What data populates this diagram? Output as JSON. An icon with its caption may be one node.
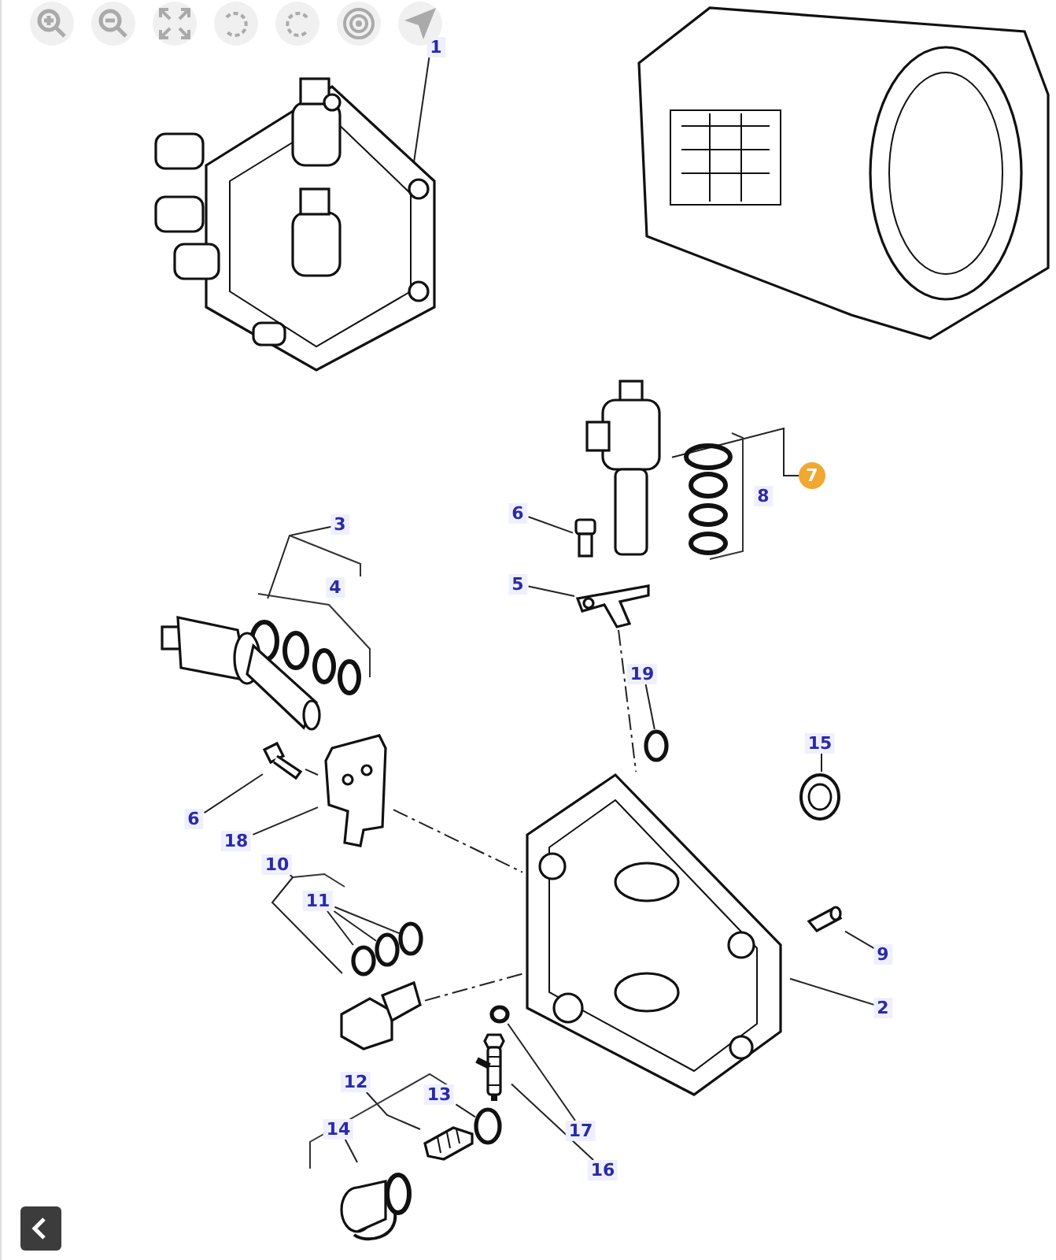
{
  "diagram": {
    "nodes": [
      {
        "text": [
          "1"
        ]
      },
      {
        "text": [],
        "shape": "picture"
      },
      {
        "text": [
          "7"
        ]
      },
      {
        "text": [],
        "shape": "picture"
      },
      {
        "text": [
          "6"
        ]
      },
      {
        "text": [],
        "shape": "picture"
      },
      {
        "text": [
          "5"
        ]
      },
      {
        "text": [],
        "shape": "picture"
      },
      {
        "text": [
          "3"
        ]
      },
      {
        "text": [],
        "shape": "picture"
      },
      {
        "text": [
          "19"
        ]
      },
      {
        "text": [],
        "shape": "circle"
      },
      {
        "text": [
          "15"
        ]
      },
      {
        "text": [],
        "shape": "picture"
      },
      {
        "text": [
          "6"
        ]
      },
      {
        "text": [],
        "shape": "picture"
      },
      {
        "text": [
          "18"
        ]
      },
      {
        "text": [],
        "shape": "picture"
      },
      {
        "text": [
          "10"
        ]
      },
      {
        "text": [],
        "shape": "picture"
      },
      {
        "text": [
          "11"
        ]
      },
      {
        "text": [],
        "shape": "circle"
      },
      {
        "text": [],
        "shape": "circle"
      },
      {
        "text": [],
        "shape": "circle"
      },
      {
        "text": [
          "9"
        ]
      },
      {
        "text": [],
        "shape": "picture"
      },
      {
        "text": [
          "2"
        ]
      },
      {
        "text": [],
        "shape": "picture"
      },
      {
        "text": [
          "12"
        ]
      },
      {
        "text": [],
        "shape": "picture"
      },
      {
        "text": [
          "13"
        ]
      },
      {
        "text": [],
        "shape": "circle"
      },
      {
        "text": [
          "17"
        ]
      },
      {
        "text": [],
        "shape": "circle"
      },
      {
        "text": [
          "14"
        ]
      },
      {
        "text": [],
        "shape": "picture"
      },
      {
        "text": [
          "16"
        ]
      },
      {
        "text": [],
        "shape": "picture"
      },
      {
        "text": [
          "8"
        ]
      },
      {
        "text": [
          "4"
        ]
      }
    ],
    "edges": [
      {
        "from": 0,
        "to": 1,
        "arrow": "none"
      },
      {
        "from": 2,
        "to": 3,
        "arrow": "none"
      },
      {
        "from": 4,
        "to": 5,
        "arrow": "none"
      },
      {
        "from": 6,
        "to": 7,
        "arrow": "none"
      },
      {
        "from": 8,
        "to": 9,
        "arrow": "none"
      },
      {
        "from": 10,
        "to": 11,
        "arrow": "none"
      },
      {
        "from": 12,
        "to": 13,
        "arrow": "none"
      },
      {
        "from": 14,
        "to": 15,
        "arrow": "none"
      },
      {
        "from": 16,
        "to": 17,
        "arrow": "none"
      },
      {
        "from": 18,
        "to": 19,
        "arrow": "none"
      },
      {
        "from": 20,
        "to": 21,
        "arrow": "none"
      },
      {
        "from": 20,
        "to": 22,
        "arrow": "none"
      },
      {
        "from": 20,
        "to": 23,
        "arrow": "none"
      },
      {
        "from": 24,
        "to": 25,
        "arrow": "none"
      },
      {
        "from": 26,
        "to": 27,
        "arrow": "none"
      },
      {
        "from": 28,
        "to": 29,
        "arrow": "none"
      },
      {
        "from": 30,
        "to": 31,
        "arrow": "none"
      },
      {
        "from": 32,
        "to": 33,
        "arrow": "none"
      },
      {
        "from": 34,
        "to": 35,
        "arrow": "none"
      },
      {
        "from": 36,
        "to": 37,
        "arrow": "none"
      },
      {
        "from": 7,
        "to": 27,
        "arrow": "none",
        "style": "dashed"
      },
      {
        "from": 15,
        "to": 17,
        "arrow": "none",
        "style": "dashed"
      },
      {
        "from": 17,
        "to": 27,
        "arrow": "none",
        "style": "dashed"
      },
      {
        "from": 19,
        "to": 27,
        "arrow": "none",
        "style": "dashed"
      }
    ]
  }
}
